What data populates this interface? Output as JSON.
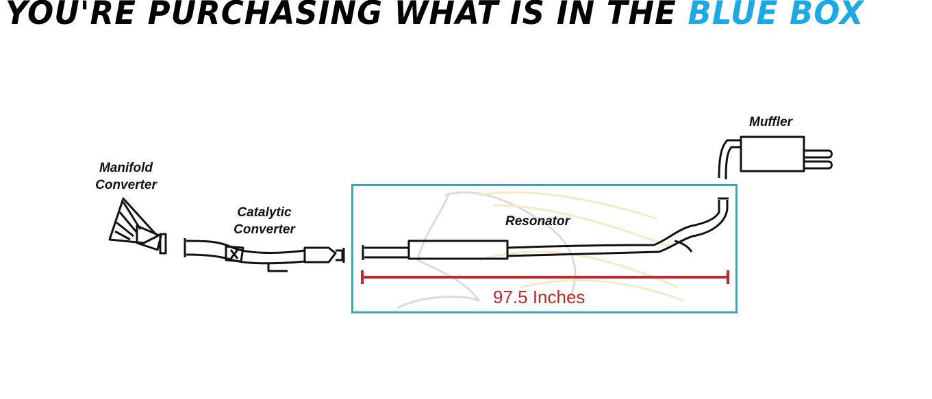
{
  "headline": {
    "text_main": "YOU'RE PURCHASING WHAT IS IN THE ",
    "text_highlight": "BLUE BOX"
  },
  "parts": {
    "muffler": "Muffler",
    "manifold_line1": "Manifold",
    "manifold_line2": "Converter",
    "catalytic_line1": "Catalytic",
    "catalytic_line2": "Converter",
    "resonator": "Resonator"
  },
  "dimension": {
    "label": "97.5 Inches"
  },
  "colors": {
    "highlight_blue": "#1aa9e6",
    "box_border": "#3aa6c8",
    "dimension_red": "#c0262a"
  }
}
